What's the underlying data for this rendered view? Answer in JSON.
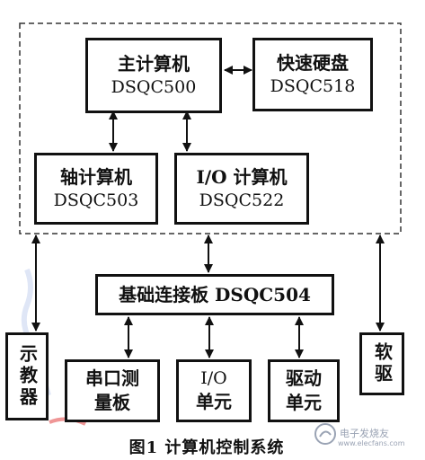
{
  "diagram": {
    "caption": "图1 计算机控制系统",
    "boxes": {
      "main_computer": {
        "title": "主计算机",
        "model": "DSQC500"
      },
      "fast_disk": {
        "title": "快速硬盘",
        "model": "DSQC518"
      },
      "axis_computer": {
        "title": "轴计算机",
        "model": "DSQC503"
      },
      "io_computer": {
        "title": "I/O 计算机",
        "model": "DSQC522"
      },
      "base_board": {
        "title": "基础连接板 DSQC504"
      },
      "teach_pendant": {
        "title": "示教器"
      },
      "serial_board": {
        "title": "串口测",
        "title2": "量板"
      },
      "io_unit": {
        "title": "I/O",
        "title2": "单元"
      },
      "drive_unit": {
        "title": "驱动",
        "title2": "单元"
      },
      "floppy_drive": {
        "title": "软驱"
      }
    }
  },
  "watermark": {
    "text": "电子发烧友",
    "sub": "www.elecfans.com"
  }
}
